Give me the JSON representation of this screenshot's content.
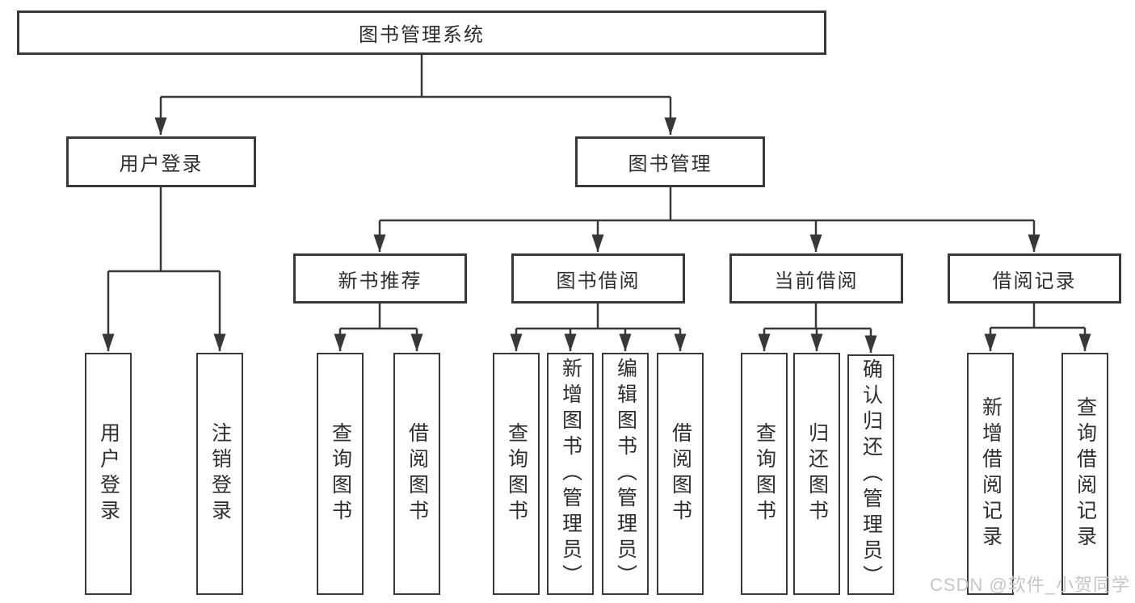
{
  "colors": {
    "line": "#383838",
    "text": "#2e2e2e",
    "watermark": "#c5c5c5",
    "background": "#ffffff"
  },
  "watermark": {
    "text": "CSDN @软件_小贺同学"
  },
  "tree": {
    "root": {
      "label": "图书管理系统",
      "children": [
        {
          "label": "用户登录",
          "children": [
            {
              "label": "用户登录"
            },
            {
              "label": "注销登录"
            }
          ]
        },
        {
          "label": "图书管理",
          "children": [
            {
              "label": "新书推荐",
              "children": [
                {
                  "label": "查询图书"
                },
                {
                  "label": "借阅图书"
                }
              ]
            },
            {
              "label": "图书借阅",
              "children": [
                {
                  "label": "查询图书"
                },
                {
                  "label": "新增图书（管理员）"
                },
                {
                  "label": "编辑图书（管理员）"
                },
                {
                  "label": "借阅图书"
                }
              ]
            },
            {
              "label": "当前借阅",
              "children": [
                {
                  "label": "查询图书"
                },
                {
                  "label": "归还图书"
                },
                {
                  "label": "确认归还（管理员）"
                }
              ]
            },
            {
              "label": "借阅记录",
              "children": [
                {
                  "label": "新增借阅记录"
                },
                {
                  "label": "查询借阅记录"
                }
              ]
            }
          ]
        }
      ]
    }
  }
}
